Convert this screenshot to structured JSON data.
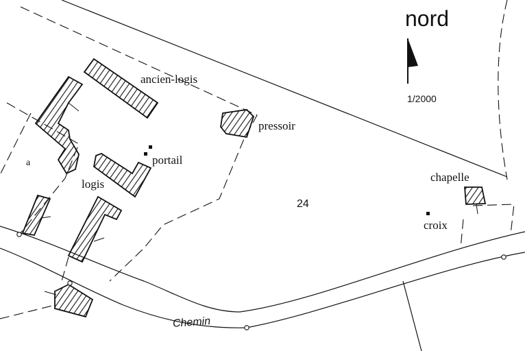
{
  "north": {
    "label": "nord",
    "scale": "1/2000"
  },
  "labels": {
    "ancien_logis": "ancien-logis",
    "pressoir": "pressoir",
    "portail": "portail",
    "logis": "logis",
    "parcel_a": "a",
    "parcel_24": "24",
    "chapelle": "chapelle",
    "croix": "croix",
    "road": "Chemin"
  },
  "colors": {
    "ink": "#111111",
    "paper": "#ffffff"
  }
}
